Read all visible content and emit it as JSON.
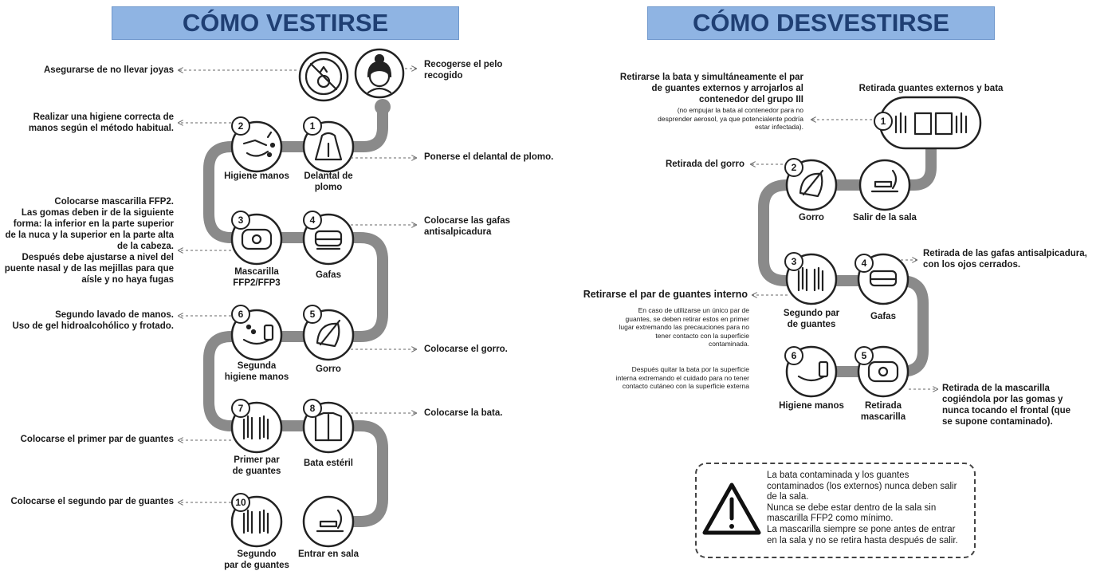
{
  "dress": {
    "title": "CÓMO VESTIRSE",
    "steps": [
      {
        "num": "1",
        "label": "Delantal de\nplomo",
        "icon": "apron-icon"
      },
      {
        "num": "2",
        "label": "Higiene manos",
        "icon": "hand-wash-icon"
      },
      {
        "num": "3",
        "label": "Mascarilla\nFFP2/FFP3",
        "icon": "mask-icon"
      },
      {
        "num": "4",
        "label": "Gafas",
        "icon": "goggles-icon"
      },
      {
        "num": "5",
        "label": "Gorro",
        "icon": "cap-icon"
      },
      {
        "num": "6",
        "label": "Segunda\nhigiene manos",
        "icon": "sanitizer-icon"
      },
      {
        "num": "7",
        "label": "Primer par\nde guantes",
        "icon": "gloves-icon"
      },
      {
        "num": "8",
        "label": "Bata estéril",
        "icon": "gown-icon"
      },
      {
        "num": "10",
        "label": "Segundo\npar de guantes",
        "icon": "gloves-icon"
      },
      {
        "num": "",
        "label": "Entrar en sala",
        "icon": "scanner-icon"
      }
    ],
    "notes": {
      "jewelry": "Asegurarse de no llevar joyas",
      "hair": "Recogerse el pelo\nrecogido",
      "hygiene": "Realizar una higiene correcta de\nmanos según el método habitual.",
      "apron": "Ponerse el delantal de plomo.",
      "mask": "Colocarse mascarilla FFP2.\nLas gomas deben ir de la siguiente\nforma: la inferior en la parte superior\nde la nuca y la superior en la parte alta\nde la cabeza.\nDespués debe ajustarse a nivel del\npuente nasal y de las mejillas para que\naísle y no haya fugas",
      "goggles": "Colocarse las gafas\nantisalpicadura",
      "second_wash": "Segundo lavado de manos.\nUso de gel hidroalcohólico y frotado.",
      "cap": "Colocarse el gorro.",
      "gown": "Colocarse la bata.",
      "first_gloves": "Colocarse el primer par de guantes",
      "second_gloves": "Colocarse el segundo par de guantes"
    }
  },
  "undress": {
    "title": "CÓMO DESVESTIRSE",
    "steps": [
      {
        "num": "1",
        "label": "Retirada guantes externos y bata",
        "icon": "gloves-gown-icon"
      },
      {
        "num": "",
        "label": "Salir de la sala",
        "icon": "scanner-icon"
      },
      {
        "num": "2",
        "label": "Gorro",
        "icon": "cap-icon"
      },
      {
        "num": "3",
        "label": "Segundo par\nde guantes",
        "icon": "gloves-icon"
      },
      {
        "num": "4",
        "label": "Gafas",
        "icon": "goggles-icon"
      },
      {
        "num": "5",
        "label": "Retirada\nmascarilla",
        "icon": "mask-icon"
      },
      {
        "num": "6",
        "label": "Higiene manos",
        "icon": "sanitizer-icon"
      }
    ],
    "notes": {
      "remove_gown": "Retirarse la bata y simultáneamente el par\nde guantes externos y arrojarlos al\ncontenedor del grupo III",
      "remove_gown_small": "(no empujar la bata al contenedor para no\ndesprender aerosol, ya que potencialente podría\nestar infectada).",
      "remove_cap": "Retirada del gorro",
      "remove_goggles": "Retirada de las gafas antisalpicadura,\ncon los ojos cerrados.",
      "inner_gloves": "Retirarse el par de guantes interno",
      "inner_gloves_small1": "En caso de utilizarse un único par de\nguantes, se deben retirar estos en primer\nlugar extremando las precauciones para no\ntener contacto con la superficie\ncontaminada.",
      "inner_gloves_small2": "Después quitar la bata por la superficie\ninterna extremando el cuidado para no tener\ncontacto cutáneo con la superficie externa",
      "remove_mask": "Retirada de la mascarilla\ncogiéndola por las gomas y\nnunca tocando el frontal (que\nse supone contaminado)."
    },
    "warning": "La bata contaminada y los guantes\ncontaminados (los externos) nunca deben salir\nde la sala.\nNunca se debe estar dentro de la sala sin\nmascarilla FFP2 como mínimo.\nLa mascarilla siempre se pone antes de entrar\nen la sala y no se retira hasta después de salir."
  }
}
